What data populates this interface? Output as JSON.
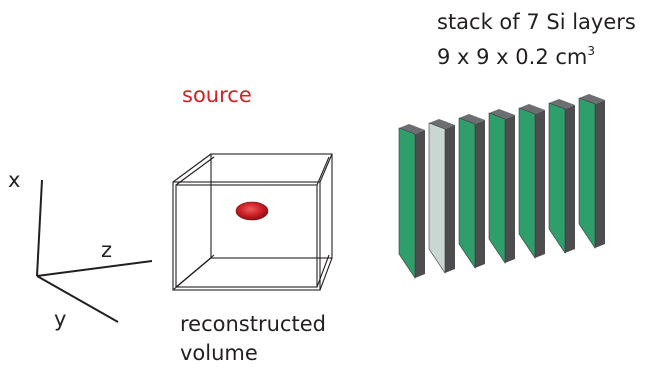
{
  "axes": {
    "x_label": "x",
    "y_label": "y",
    "z_label": "z"
  },
  "source": {
    "label": "source",
    "color": "#d42027"
  },
  "volume": {
    "label_line1": "reconstructed",
    "label_line2": "volume"
  },
  "stack": {
    "title_line1": "stack of 7 Si layers",
    "title_line2_main": "9 x 9 x 0.2 cm",
    "title_line2_sup": "3",
    "layer_count": 7,
    "layer_colors": [
      "#2e9e6b",
      "#c9d6d2",
      "#2e9e6b",
      "#2e9e6b",
      "#2e9e6b",
      "#2e9e6b",
      "#2e9e6b"
    ],
    "edge_color": "#4d4d4f"
  }
}
